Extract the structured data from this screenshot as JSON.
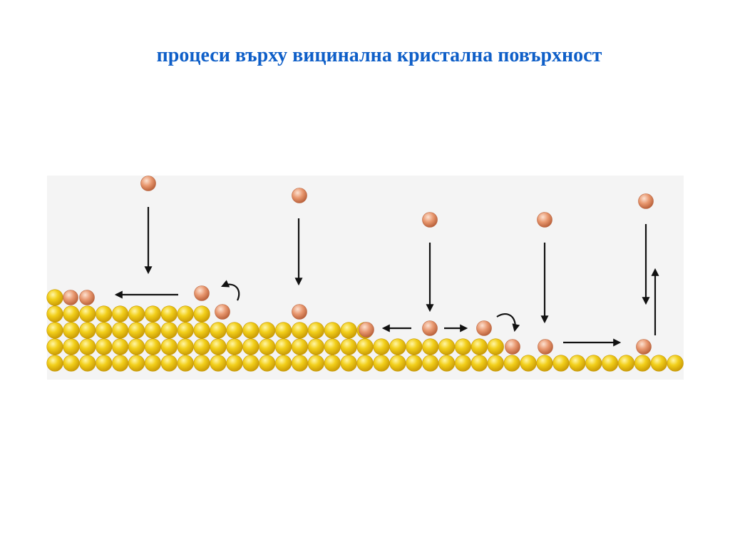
{
  "slide": {
    "title": "процеси върху вицинална кристална повърхност"
  },
  "colors": {
    "title": "#0f5fc8",
    "panel_background": "#f4f4f4",
    "substrate_atom": "#f2cf1a",
    "substrate_atom_highlight": "#fff6a8",
    "substrate_atom_shadow": "#c99a05",
    "adatom": "#e8976e",
    "adatom_highlight": "#fde2d2",
    "adatom_shadow": "#b8603a",
    "arrow": "#111111"
  },
  "diagram": {
    "substrate": "yellow-atom-lattice",
    "adatom": "copper-atom",
    "processes": [
      "deposition-and-diffusion-toward-step",
      "step-edge-hop-up",
      "deposition-and-adsorption",
      "deposition-and-two-way-diffusion",
      "step-edge-hop-down",
      "deposition-and-diffusion-on-lower-terrace",
      "deposition-and-desorption"
    ]
  }
}
